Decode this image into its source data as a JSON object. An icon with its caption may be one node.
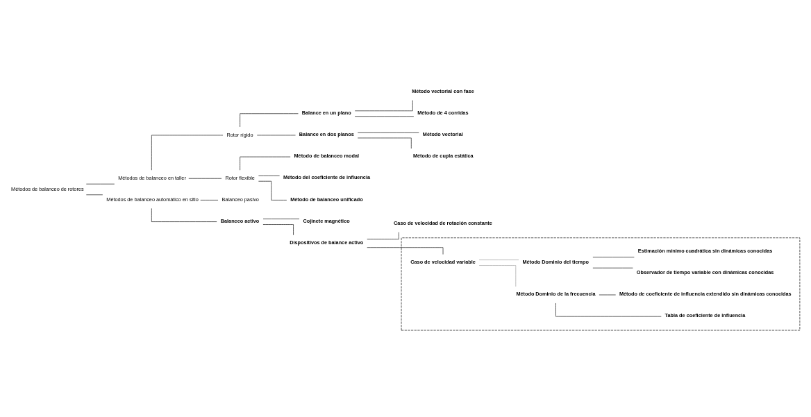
{
  "diagram": {
    "nodes": [
      {
        "text": [
          "Métodos de balanceo de rotores"
        ]
      },
      {
        "text": [
          "Métodos de balanceo en taller"
        ]
      },
      {
        "text": [
          "Rotor rígido"
        ]
      },
      {
        "text": [
          "Balance en un plano"
        ]
      },
      {
        "text": [
          "Método vectorial con fase"
        ]
      },
      {
        "text": [
          "Método de 4 corridas"
        ]
      },
      {
        "text": [
          "Balance en dos planos"
        ]
      },
      {
        "text": [
          "Método vectorial"
        ]
      },
      {
        "text": [
          "Método de cupla estática"
        ]
      },
      {
        "text": [
          "Rotor flexible"
        ]
      },
      {
        "text": [
          "Método de balanceo modal"
        ]
      },
      {
        "text": [
          "Método del coeficiente de influencia"
        ]
      },
      {
        "text": [
          "Método de balanceo unificado"
        ]
      },
      {
        "text": [
          "Métodos de balanceo automático en sitio"
        ]
      },
      {
        "text": [
          "Balanceo pasivo"
        ]
      },
      {
        "text": [
          "Balanceo activo"
        ]
      },
      {
        "text": [
          "Cojinete magnético"
        ]
      },
      {
        "text": [
          "Dispositivos de balance activo"
        ]
      },
      {
        "text": [
          "Caso de velocidad de rotación constante"
        ]
      },
      {
        "text": [],
        "shape": "box"
      },
      {
        "text": [
          "Caso de velocidad variable"
        ],
        "in": 19
      },
      {
        "text": [
          "Método Dominio de la frecuencia"
        ],
        "in": 19
      },
      {
        "text": [
          "Tabla de coeficiente de influencia"
        ],
        "in": 19
      },
      {
        "text": [
          "Método de coeficiente de influencia extendido sin dinámicas conocidas"
        ],
        "in": 19
      },
      {
        "text": [
          "Método Dominio del tiempo"
        ],
        "in": 19
      },
      {
        "text": [
          "Observador de tiempo variable con dinámicas conocidas"
        ],
        "in": 19
      },
      {
        "text": [
          "Estimación mínimo cuadrática sin dinámicas conocidas"
        ],
        "in": 19
      }
    ],
    "edges": [
      {
        "from": 0,
        "to": 1,
        "arrow": "none"
      },
      {
        "from": 0,
        "to": 13,
        "arrow": "none"
      },
      {
        "from": 1,
        "to": 2,
        "arrow": "none"
      },
      {
        "from": 1,
        "to": 9,
        "arrow": "none"
      },
      {
        "from": 2,
        "to": 3,
        "arrow": "none"
      },
      {
        "from": 2,
        "to": 6,
        "arrow": "none"
      },
      {
        "from": 3,
        "to": 4,
        "arrow": "none"
      },
      {
        "from": 3,
        "to": 5,
        "arrow": "none"
      },
      {
        "from": 6,
        "to": 7,
        "arrow": "none"
      },
      {
        "from": 6,
        "to": 8,
        "arrow": "none"
      },
      {
        "from": 9,
        "to": 10,
        "arrow": "none"
      },
      {
        "from": 9,
        "to": 11,
        "arrow": "none"
      },
      {
        "from": 9,
        "to": 12,
        "arrow": "none"
      },
      {
        "from": 13,
        "to": 14,
        "arrow": "none"
      },
      {
        "from": 13,
        "to": 15,
        "arrow": "none"
      },
      {
        "from": 15,
        "to": 16,
        "arrow": "none"
      },
      {
        "from": 15,
        "to": 17,
        "arrow": "none"
      },
      {
        "from": 17,
        "to": 18,
        "arrow": "none"
      },
      {
        "from": 17,
        "to": 20,
        "arrow": "none"
      },
      {
        "from": 20,
        "to": 21,
        "arrow": "none",
        "color": "#999999"
      },
      {
        "from": 20,
        "to": 24,
        "arrow": "none",
        "color": "#999999"
      },
      {
        "from": 21,
        "to": 22,
        "arrow": "none"
      },
      {
        "from": 21,
        "to": 23,
        "arrow": "none"
      },
      {
        "from": 24,
        "to": 25,
        "arrow": "none"
      },
      {
        "from": 24,
        "to": 26,
        "arrow": "none"
      }
    ]
  }
}
